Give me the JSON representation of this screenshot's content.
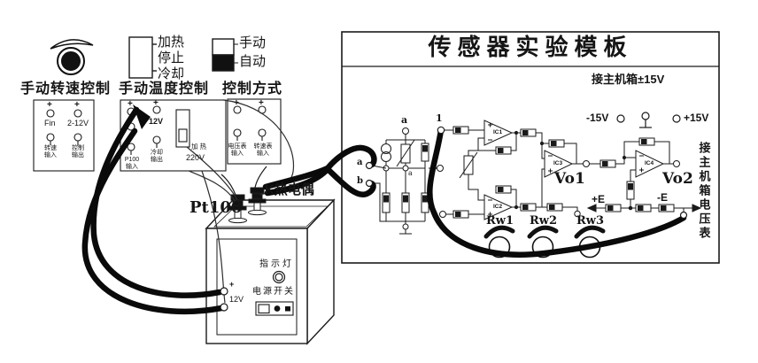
{
  "controls": {
    "speed": {
      "title": "手动转速控制",
      "plus_left": "+",
      "plus_right": "+",
      "fin": "Fin",
      "range": "2-12V",
      "in_label": "转速\n输入",
      "out_label": "控制\n输出"
    },
    "temp": {
      "title": "手动温度控制",
      "switch_heat": "加热",
      "switch_stop": "停止",
      "switch_cool": "冷却",
      "plus_left": "+",
      "plus_right": "+",
      "v12": "12V",
      "pt100_in": "P100\n输入",
      "cool_out": "冷却\n输出",
      "heat": "加 热",
      "v220": "220V"
    },
    "mode": {
      "title": "控制方式",
      "manual": "手动",
      "auto": "自动",
      "plus_left": "+",
      "plus_right": "+",
      "voltmeter_in": "电压表\n输入",
      "tach_in": "转速表\n输入"
    }
  },
  "device": {
    "pt100": "Pt100",
    "thermocouple": "K热电偶",
    "indicator": "指示灯",
    "power": "电源开关",
    "plus": "+",
    "v12": "12V"
  },
  "template": {
    "title": "传感器实验模板",
    "subtitle": "接主机箱±15V",
    "right_note": "接主机箱电压表",
    "neg15": "-15V",
    "pos15": "+15V",
    "node_a_top": "a",
    "node_1": "1",
    "node_a": "a",
    "node_b": "b",
    "node_a_mid": "a",
    "ic1": "IC1",
    "ic2": "IC2",
    "ic3": "IC3",
    "ic4": "IC4",
    "vo1": "Vo1",
    "vo2": "Vo2",
    "rw1": "Rw1",
    "rw2": "Rw2",
    "rw3": "Rw3",
    "e_plus": "+E",
    "e_minus": "-E"
  },
  "colors": {
    "ink": "#1a1a1a",
    "cable": "#0a0a0a",
    "paper": "#ffffff"
  }
}
